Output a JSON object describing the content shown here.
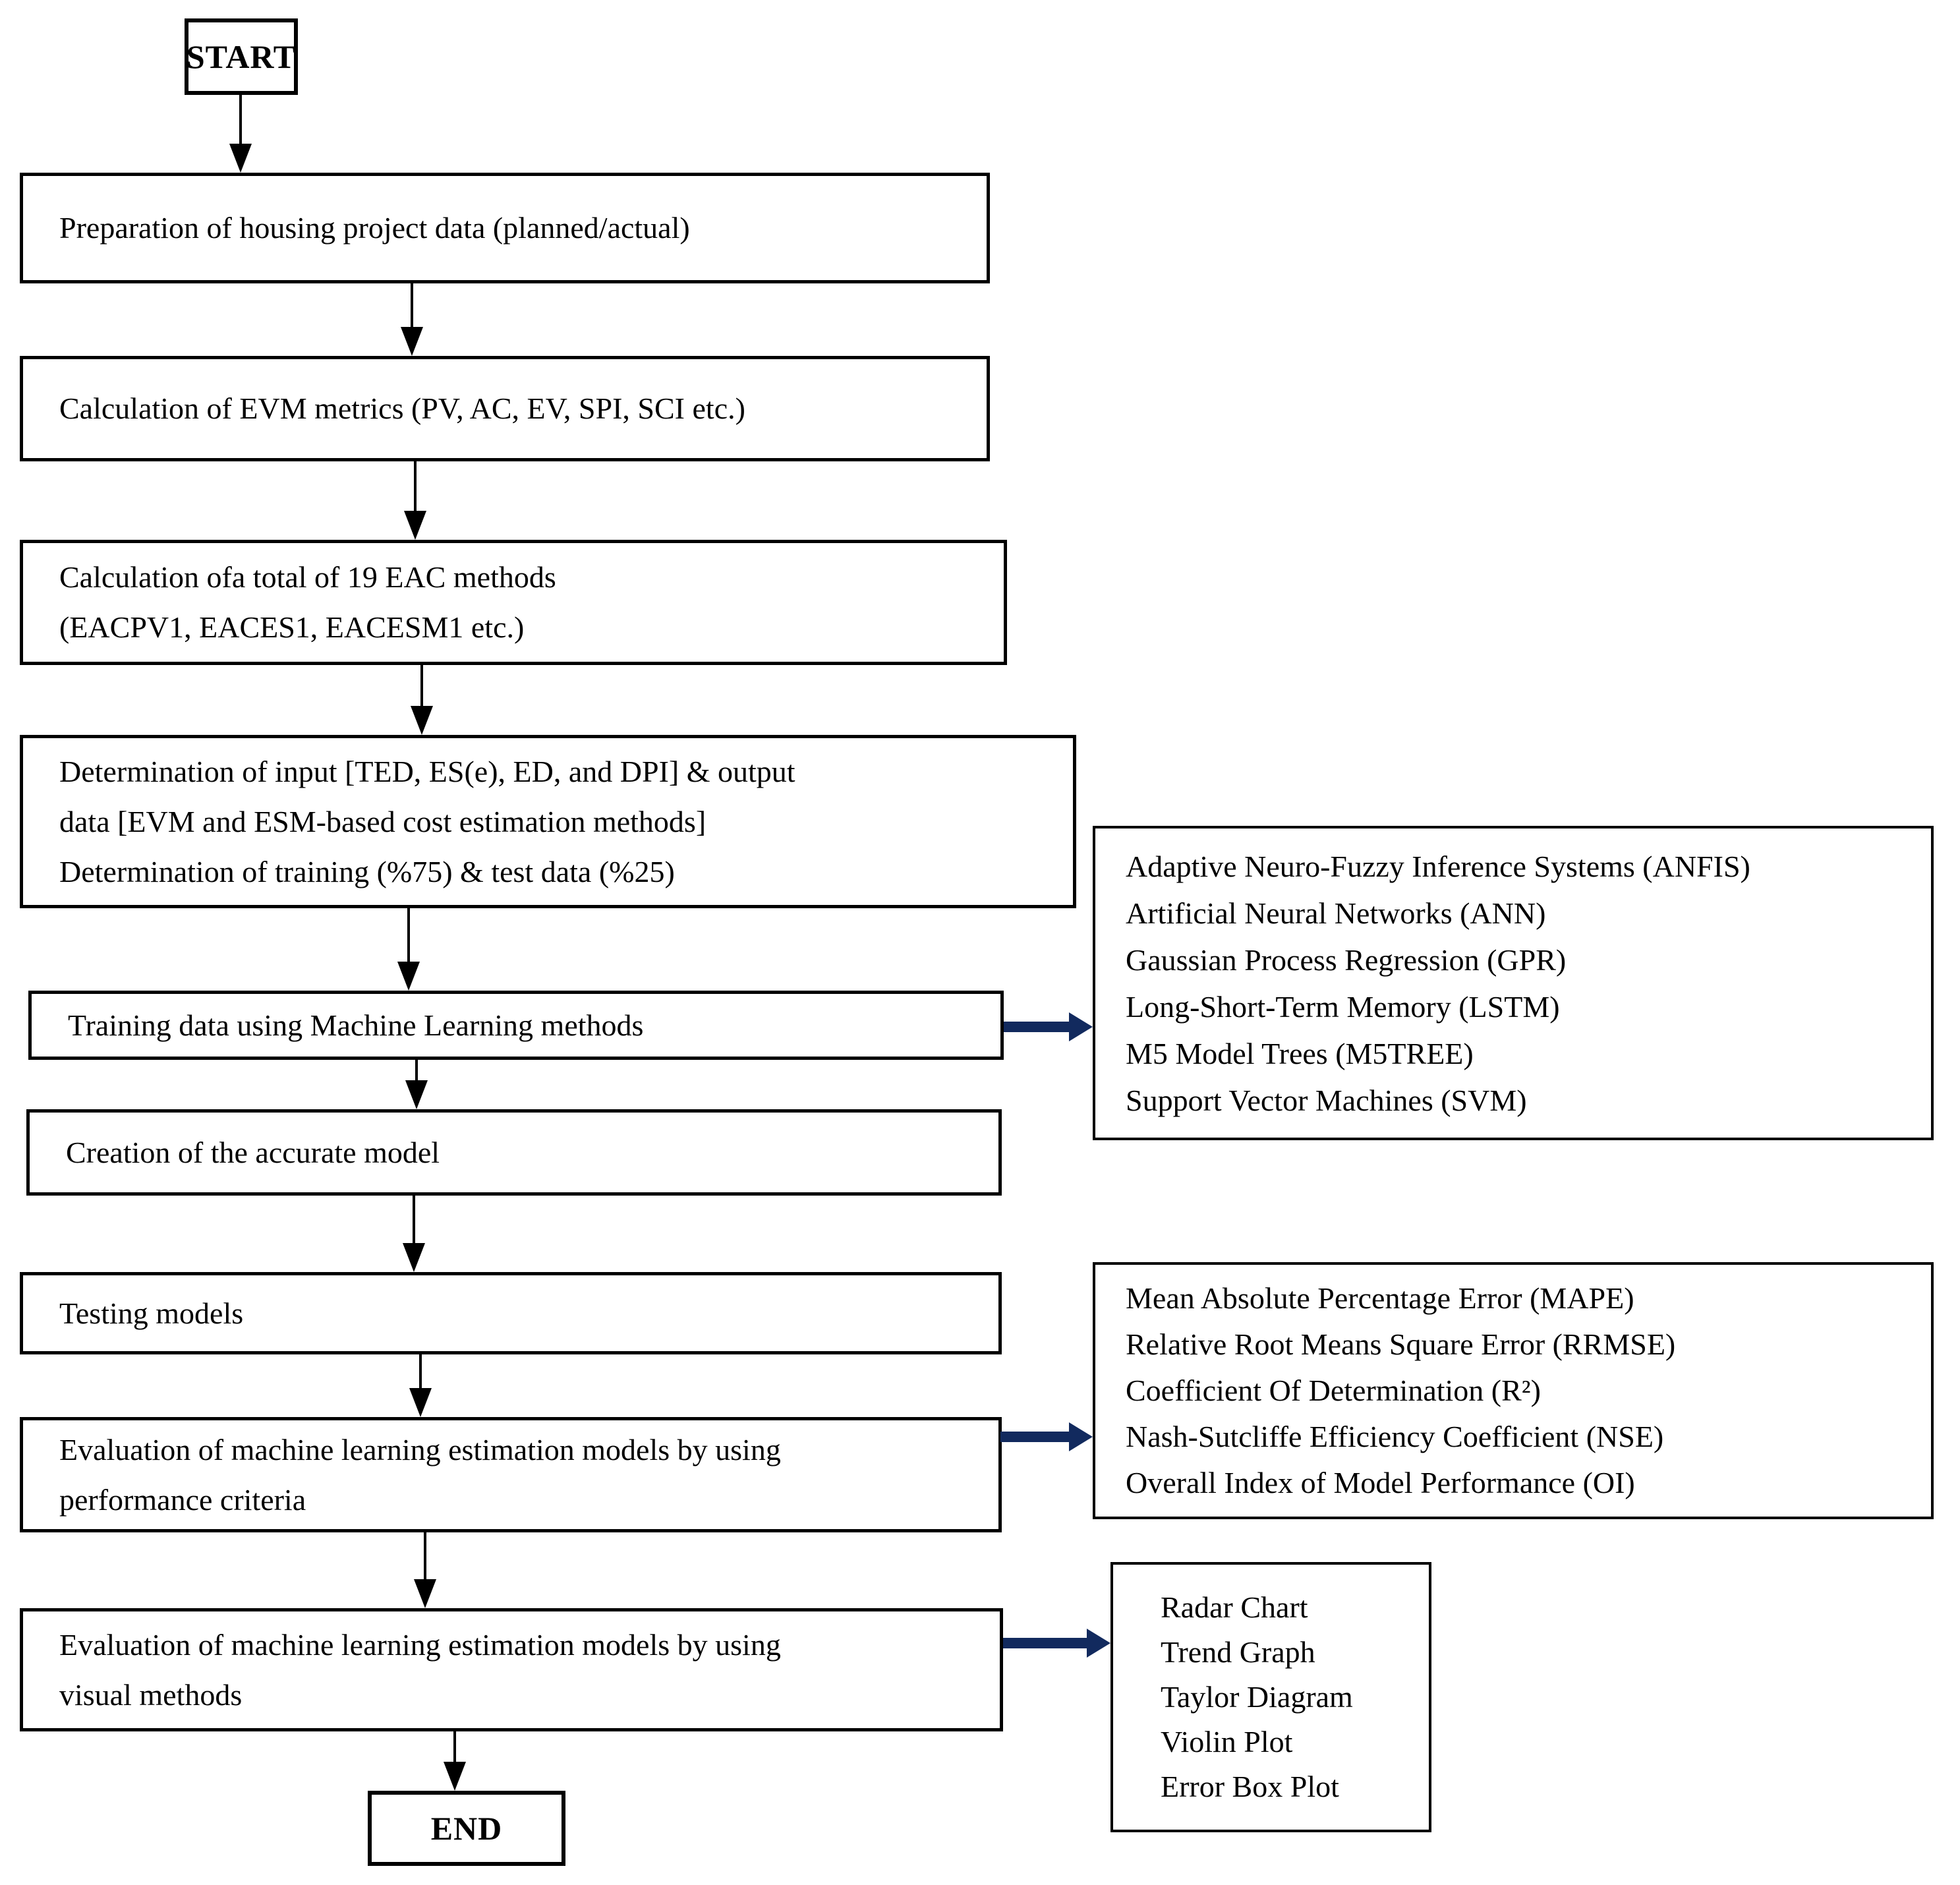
{
  "flow": {
    "start_label": "START",
    "prep": "Preparation of housing project data (planned/actual)",
    "evm": "Calculation of EVM metrics (PV, AC, EV, SPI, SCI etc.)",
    "eac_lines": [
      "Calculation ofa total of 19 EAC methods",
      "(EACPV1, EACES1, EACESM1 etc.)"
    ],
    "det_lines": [
      "Determination of input [TED, ES(e), ED, and DPI] & output",
      "data [EVM and ESM-based cost estimation methods]",
      "Determination of training (%75) & test data (%25)"
    ],
    "train": "Training data using Machine Learning methods",
    "creation": "Creation of the accurate model",
    "testing": "Testing models",
    "eval_perf_lines": [
      "Evaluation of machine learning estimation models by using",
      "performance criteria"
    ],
    "eval_visual_lines": [
      "Evaluation of machine learning estimation models by using",
      "visual methods"
    ],
    "end_label": "END"
  },
  "side": {
    "ml_methods": [
      "Adaptive Neuro-Fuzzy Inference Systems (ANFIS)",
      "Artificial Neural Networks (ANN)",
      "Gaussian Process Regression (GPR)",
      "Long-Short-Term Memory (LSTM)",
      "M5 Model Trees (M5TREE)",
      "Support Vector Machines (SVM)"
    ],
    "perf_criteria": [
      "Mean Absolute Percentage Error (MAPE)",
      "Relative Root Means Square Error (RRMSE)",
      "Coefficient Of Determination (R²)",
      "Nash-Sutcliffe Efficiency Coefficient (NSE)",
      "Overall Index of Model Performance (OI)"
    ],
    "visual_methods": [
      "Radar Chart",
      "Trend Graph",
      "Taylor Diagram",
      "Violin Plot",
      "Error Box Plot"
    ]
  },
  "colors": {
    "arrow_blue": "#122a5e",
    "box_border": "#000000",
    "background": "#ffffff"
  }
}
